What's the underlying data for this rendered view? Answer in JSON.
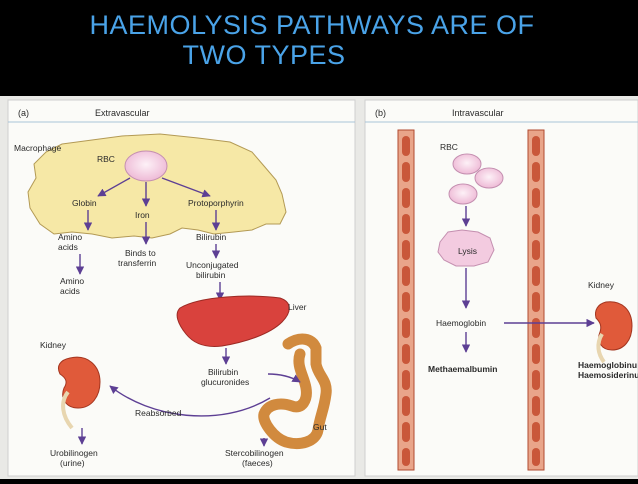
{
  "slide": {
    "title_line1": "HAEMOLYSIS PATHWAYS  ARE OF",
    "title_line2": "TWO TYPES"
  },
  "panel_a": {
    "letter": "(a)",
    "heading": "Extravascular",
    "macrophage": "Macrophage",
    "rbc": "RBC",
    "globin": "Globin",
    "iron": "Iron",
    "protoporphyrin": "Protoporphyrin",
    "amino_acids_inside_1": "Amino",
    "amino_acids_inside_2": "acids",
    "binds_1": "Binds to",
    "binds_2": "transferrin",
    "bilirubin": "Bilirubin",
    "unconj_1": "Unconjugated",
    "unconj_2": "bilirubin",
    "amino_acids_out_1": "Amino",
    "amino_acids_out_2": "acids",
    "liver": "Liver",
    "kidney": "Kidney",
    "bili_gluc_1": "Bilirubin",
    "bili_gluc_2": "glucuronides",
    "reabsorbed": "Reabsorbed",
    "gut": "Gut",
    "urobilinogen_1": "Urobilinogen",
    "urobilinogen_2": "(urine)",
    "sterco_1": "Stercobilinogen",
    "sterco_2": "(faeces)"
  },
  "panel_b": {
    "letter": "(b)",
    "heading": "Intravascular",
    "rbc": "RBC",
    "lysis": "Lysis",
    "haemoglobin": "Haemoglobin",
    "methaemalbumin": "Methaemalbumin",
    "kidney": "Kidney",
    "haemoglobinuria": "Haemoglobinu",
    "haemosiderinuria": "Haemosiderinu"
  },
  "colors": {
    "title": "#4aa3e8",
    "panel_bg": "#fbfbf8",
    "macrophage": "#f6e8a6",
    "rbc": "#f3cbe0",
    "liver": "#d9423d",
    "gut": "#d18a3e",
    "kidney": "#e05a3a",
    "arrow": "#5d3f94",
    "vessel": "#c9573a"
  }
}
